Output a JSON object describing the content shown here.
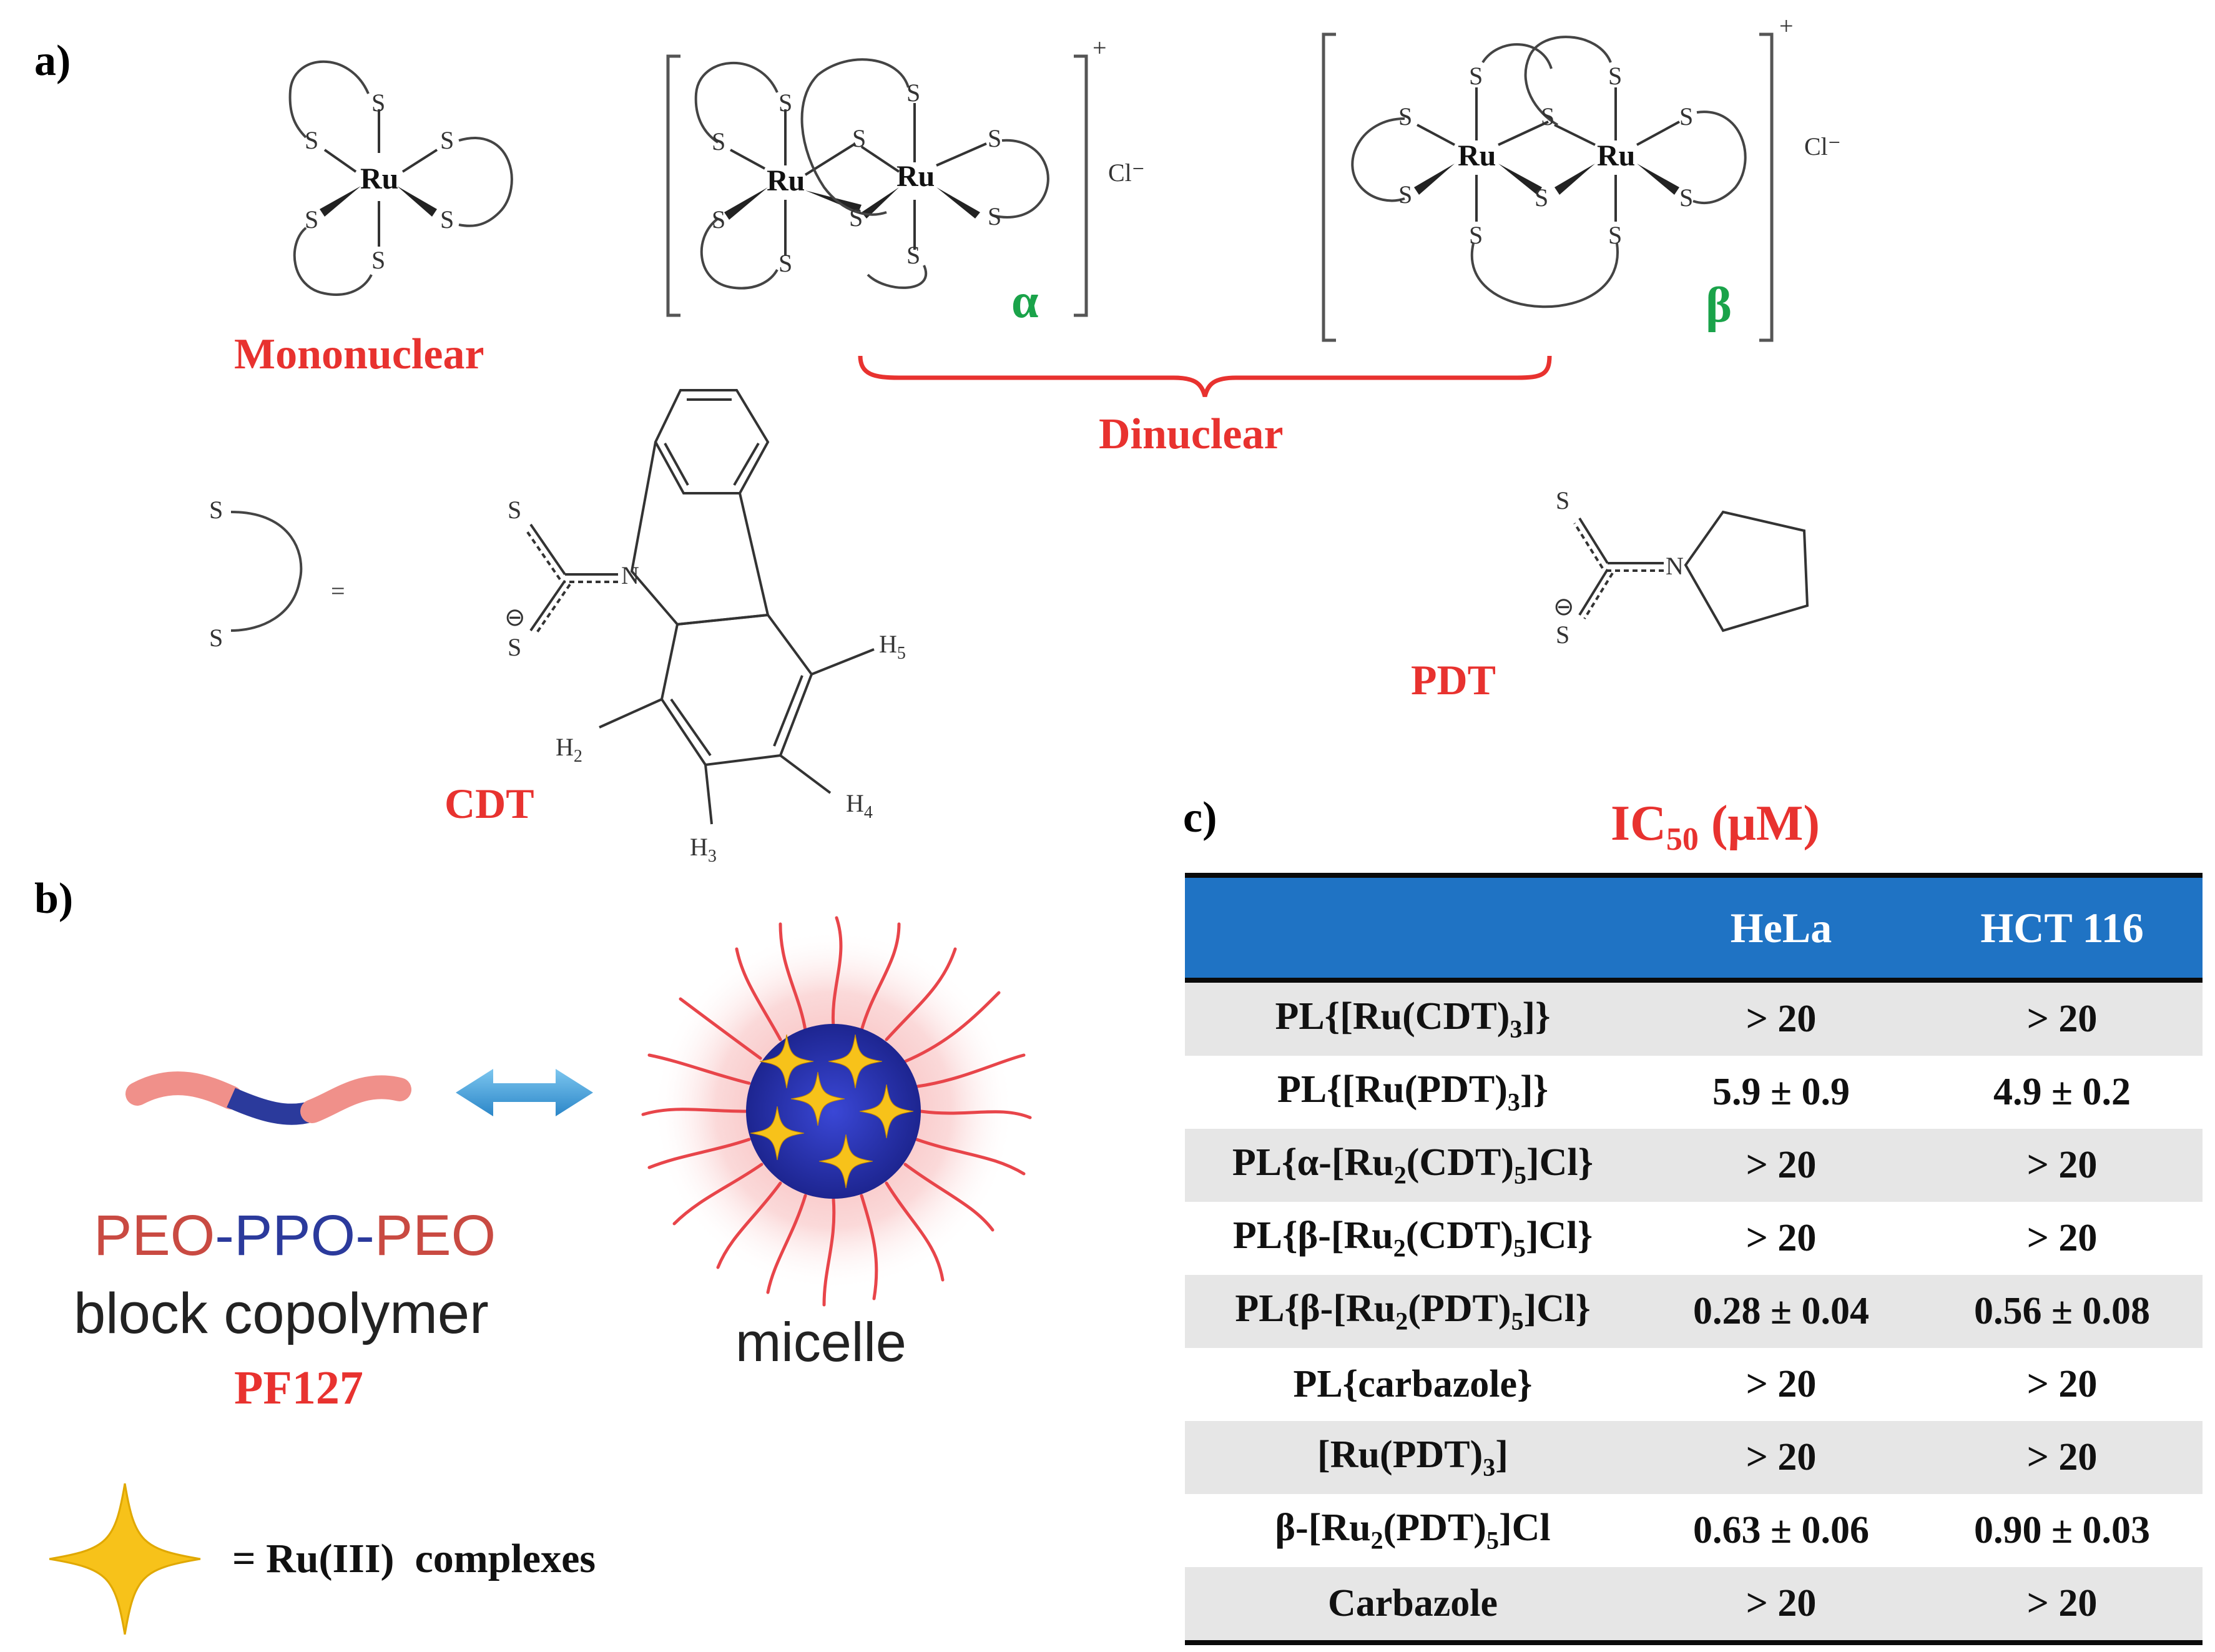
{
  "panel_a": {
    "label": "a)",
    "mononuclear_label": "Mononuclear",
    "dinuclear_label": "Dinuclear",
    "alpha_label": "α",
    "beta_label": "β",
    "charge": "+",
    "counter_ion": "Cl⁻",
    "metal": "Ru",
    "sulfur": "S",
    "nitrogen": "N",
    "equals": "=",
    "anion_charge": "⊖",
    "ligand_cdt_label": "CDT",
    "ligand_pdt_label": "PDT",
    "h_labels": [
      "H5",
      "H2",
      "H4",
      "H3"
    ]
  },
  "panel_b": {
    "label": "b)",
    "copolymer_line1_parts": [
      "PEO",
      "-",
      "PPO",
      "-",
      "PEO"
    ],
    "copolymer_line2": "block copolymer",
    "copolymer_name": "PF127",
    "micelle_label": "micelle",
    "star_legend": "= Ru(III)  complexes"
  },
  "panel_c": {
    "label": "c)",
    "title_prefix": "IC",
    "title_sub": "50",
    "title_suffix": " (μM)",
    "headers": [
      "",
      "HeLa",
      "HCT 116"
    ],
    "rows": [
      {
        "compound": "PL{[Ru(CDT)3]}",
        "hela": "> 20",
        "hct116": "> 20"
      },
      {
        "compound": "PL{[Ru(PDT)3]}",
        "hela": "5.9 ± 0.9",
        "hct116": "4.9 ± 0.2"
      },
      {
        "compound": "PL{α-[Ru2(CDT)5]Cl}",
        "hela": "> 20",
        "hct116": "> 20"
      },
      {
        "compound": "PL{β-[Ru2(CDT)5]Cl}",
        "hela": "> 20",
        "hct116": "> 20"
      },
      {
        "compound": "PL{β-[Ru2(PDT)5]Cl}",
        "hela": "0.28 ± 0.04",
        "hct116": "0.56 ± 0.08"
      },
      {
        "compound": "PL{carbazole}",
        "hela": "> 20",
        "hct116": "> 20"
      },
      {
        "compound": "[Ru(PDT)3]",
        "hela": "> 20",
        "hct116": "> 20"
      },
      {
        "compound": "β-[Ru2(PDT)5]Cl",
        "hela": "0.63 ± 0.06",
        "hct116": "0.90 ± 0.03"
      },
      {
        "compound": "Carbazole",
        "hela": "> 20",
        "hct116": "> 20"
      }
    ]
  },
  "colors": {
    "label_red": "#e8322f",
    "greek_green": "#1aa34a",
    "table_header_blue": "#1f73c4",
    "row_shade": "#e6e6e6",
    "peo_red": "#c94a42",
    "ppo_blue": "#2b3a9c",
    "star_yellow": "#f7c21a",
    "arrow_blue": "#3a9ad8"
  }
}
